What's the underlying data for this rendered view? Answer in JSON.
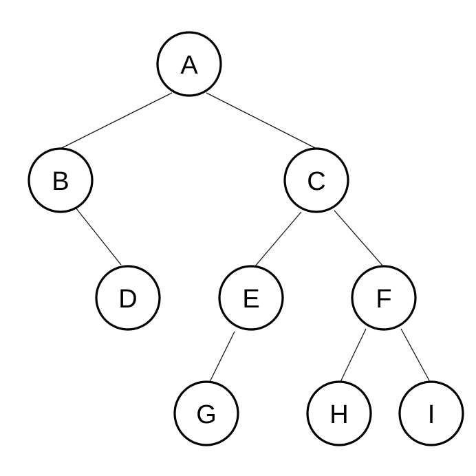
{
  "tree": {
    "nodes": [
      {
        "id": "A",
        "label": "A"
      },
      {
        "id": "B",
        "label": "B"
      },
      {
        "id": "C",
        "label": "C"
      },
      {
        "id": "D",
        "label": "D"
      },
      {
        "id": "E",
        "label": "E"
      },
      {
        "id": "F",
        "label": "F"
      },
      {
        "id": "G",
        "label": "G"
      },
      {
        "id": "H",
        "label": "H"
      },
      {
        "id": "I",
        "label": "I"
      }
    ],
    "edges": [
      {
        "from": "A",
        "to": "B"
      },
      {
        "from": "A",
        "to": "C"
      },
      {
        "from": "B",
        "to": "D"
      },
      {
        "from": "C",
        "to": "E"
      },
      {
        "from": "C",
        "to": "F"
      },
      {
        "from": "E",
        "to": "G"
      },
      {
        "from": "F",
        "to": "H"
      },
      {
        "from": "F",
        "to": "I"
      }
    ]
  }
}
